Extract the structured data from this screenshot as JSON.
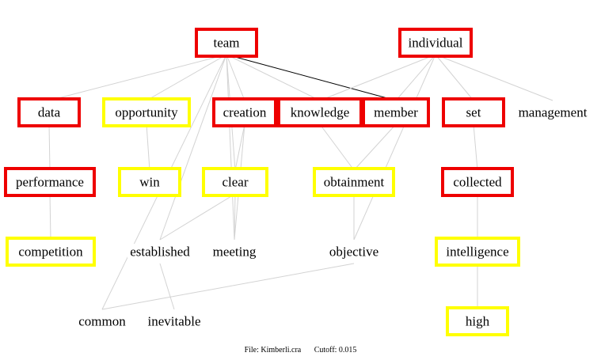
{
  "colors": {
    "red": "#ee0000",
    "yellow": "#ffff00",
    "edge": "#d3d3d3",
    "edge_strong": "#000000"
  },
  "nodes": [
    {
      "id": "team",
      "label": "team",
      "style": "red"
    },
    {
      "id": "individual",
      "label": "individual",
      "style": "red"
    },
    {
      "id": "data",
      "label": "data",
      "style": "red"
    },
    {
      "id": "opportunity",
      "label": "opportunity",
      "style": "yellow"
    },
    {
      "id": "creation",
      "label": "creation",
      "style": "red"
    },
    {
      "id": "knowledge",
      "label": "knowledge",
      "style": "red"
    },
    {
      "id": "member",
      "label": "member",
      "style": "red"
    },
    {
      "id": "set",
      "label": "set",
      "style": "red"
    },
    {
      "id": "management",
      "label": "management",
      "style": "none"
    },
    {
      "id": "performance",
      "label": "performance",
      "style": "red"
    },
    {
      "id": "win",
      "label": "win",
      "style": "yellow"
    },
    {
      "id": "clear",
      "label": "clear",
      "style": "yellow"
    },
    {
      "id": "obtainment",
      "label": "obtainment",
      "style": "yellow"
    },
    {
      "id": "collected",
      "label": "collected",
      "style": "red"
    },
    {
      "id": "competition",
      "label": "competition",
      "style": "yellow"
    },
    {
      "id": "established",
      "label": "established",
      "style": "none"
    },
    {
      "id": "meeting",
      "label": "meeting",
      "style": "none"
    },
    {
      "id": "objective",
      "label": "objective",
      "style": "none"
    },
    {
      "id": "intelligence",
      "label": "intelligence",
      "style": "yellow"
    },
    {
      "id": "common",
      "label": "common",
      "style": "none"
    },
    {
      "id": "inevitable",
      "label": "inevitable",
      "style": "none"
    },
    {
      "id": "high",
      "label": "high",
      "style": "yellow"
    }
  ],
  "edges": [
    {
      "from": "team",
      "to": "member",
      "strong": true
    },
    {
      "from": "team",
      "to": "data"
    },
    {
      "from": "team",
      "to": "opportunity"
    },
    {
      "from": "team",
      "to": "creation"
    },
    {
      "from": "team",
      "to": "knowledge"
    },
    {
      "from": "team",
      "to": "clear"
    },
    {
      "from": "team",
      "to": "meeting"
    },
    {
      "from": "team",
      "to": "common"
    },
    {
      "from": "team",
      "to": "established"
    },
    {
      "from": "individual",
      "to": "knowledge"
    },
    {
      "from": "individual",
      "to": "member"
    },
    {
      "from": "individual",
      "to": "set"
    },
    {
      "from": "individual",
      "to": "management"
    },
    {
      "from": "individual",
      "to": "objective"
    },
    {
      "from": "data",
      "to": "performance"
    },
    {
      "from": "opportunity",
      "to": "win"
    },
    {
      "from": "creation",
      "to": "clear"
    },
    {
      "from": "creation",
      "to": "meeting"
    },
    {
      "from": "knowledge",
      "to": "obtainment"
    },
    {
      "from": "member",
      "to": "obtainment"
    },
    {
      "from": "set",
      "to": "collected"
    },
    {
      "from": "performance",
      "to": "competition"
    },
    {
      "from": "clear",
      "to": "established"
    },
    {
      "from": "clear",
      "to": "meeting"
    },
    {
      "from": "obtainment",
      "to": "objective"
    },
    {
      "from": "collected",
      "to": "intelligence"
    },
    {
      "from": "objective",
      "to": "common"
    },
    {
      "from": "established",
      "to": "inevitable"
    },
    {
      "from": "intelligence",
      "to": "high"
    }
  ],
  "footer": {
    "file": "File: Kimberli.cra",
    "cutoff": "Cutoff: 0.015"
  }
}
